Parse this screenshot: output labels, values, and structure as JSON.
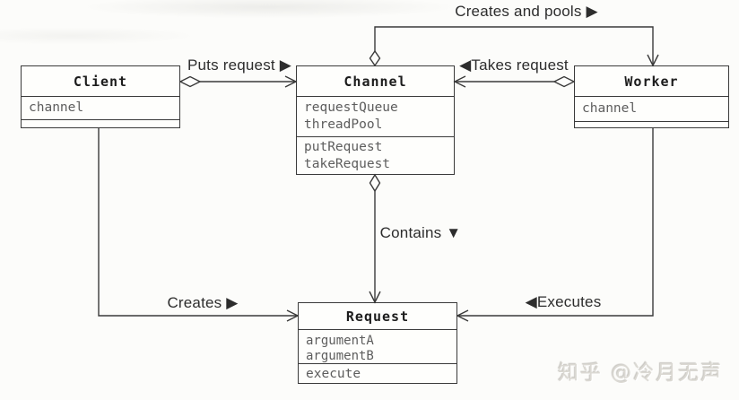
{
  "classes": {
    "client": {
      "name": "Client",
      "attributes": [
        "channel"
      ],
      "methods": []
    },
    "channel": {
      "name": "Channel",
      "attributes": [
        "requestQueue",
        "threadPool"
      ],
      "methods": [
        "putRequest",
        "takeRequest"
      ]
    },
    "worker": {
      "name": "Worker",
      "attributes": [
        "channel"
      ],
      "methods": []
    },
    "request": {
      "name": "Request",
      "attributes": [
        "argumentA",
        "argumentB"
      ],
      "methods": [
        "execute"
      ]
    }
  },
  "relationships": {
    "creates_and_pools": "Creates and pools ▶",
    "puts_request": "Puts request ▶",
    "takes_request": "◀Takes request",
    "contains": "Contains ▼",
    "creates": "Creates ▶",
    "executes": "◀Executes"
  },
  "watermark": "知乎 @冷月无声",
  "colors": {
    "line": "#3a3a3a",
    "class_title_text": "#1c1c1c",
    "member_text": "#5d5d5d",
    "label_text": "#2d2d2d",
    "watermark_text": "#dbd9d3",
    "background": "#fcfcfa"
  }
}
